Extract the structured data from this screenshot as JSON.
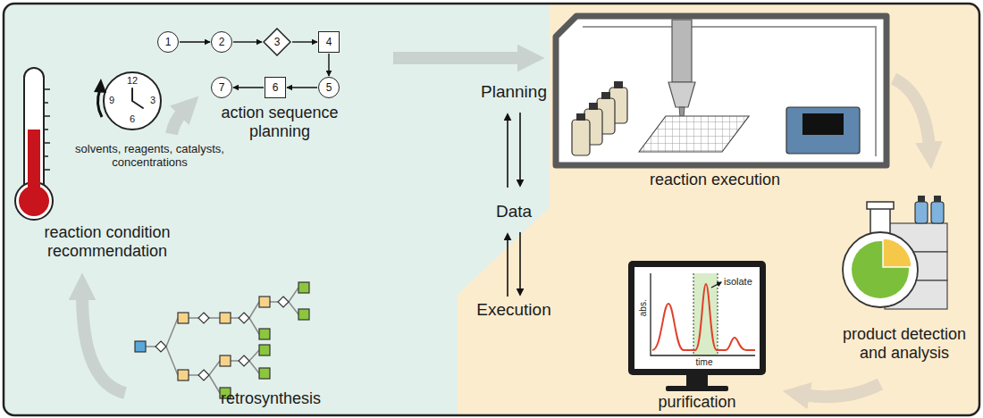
{
  "diagram": {
    "nodes": [
      {
        "text": [
          "1"
        ]
      },
      {
        "text": [
          "2"
        ]
      },
      {
        "text": [
          "3"
        ]
      },
      {
        "text": [
          "4"
        ]
      },
      {
        "text": [
          "5"
        ]
      },
      {
        "text": [
          "6"
        ]
      },
      {
        "text": [
          "7"
        ]
      }
    ],
    "edges": [
      {
        "from": 0,
        "to": 1,
        "arrow": "to"
      },
      {
        "from": 1,
        "to": 2,
        "arrow": "to"
      },
      {
        "from": 2,
        "to": 3,
        "arrow": "to"
      },
      {
        "from": 3,
        "to": 4,
        "arrow": "to"
      },
      {
        "from": 4,
        "to": 5,
        "arrow": "to"
      },
      {
        "from": 5,
        "to": 6,
        "arrow": "to"
      }
    ],
    "labels": [
      "solvents, reagents, catalysts, concentrations",
      "reaction condition recommendation",
      "12",
      "3",
      "6",
      "9",
      "action sequence planning",
      "retrosynthesis",
      "Planning",
      "Data",
      "Execution",
      "reaction execution",
      "product detection and analysis",
      "purification",
      "abs.",
      "time",
      "isolate"
    ]
  }
}
